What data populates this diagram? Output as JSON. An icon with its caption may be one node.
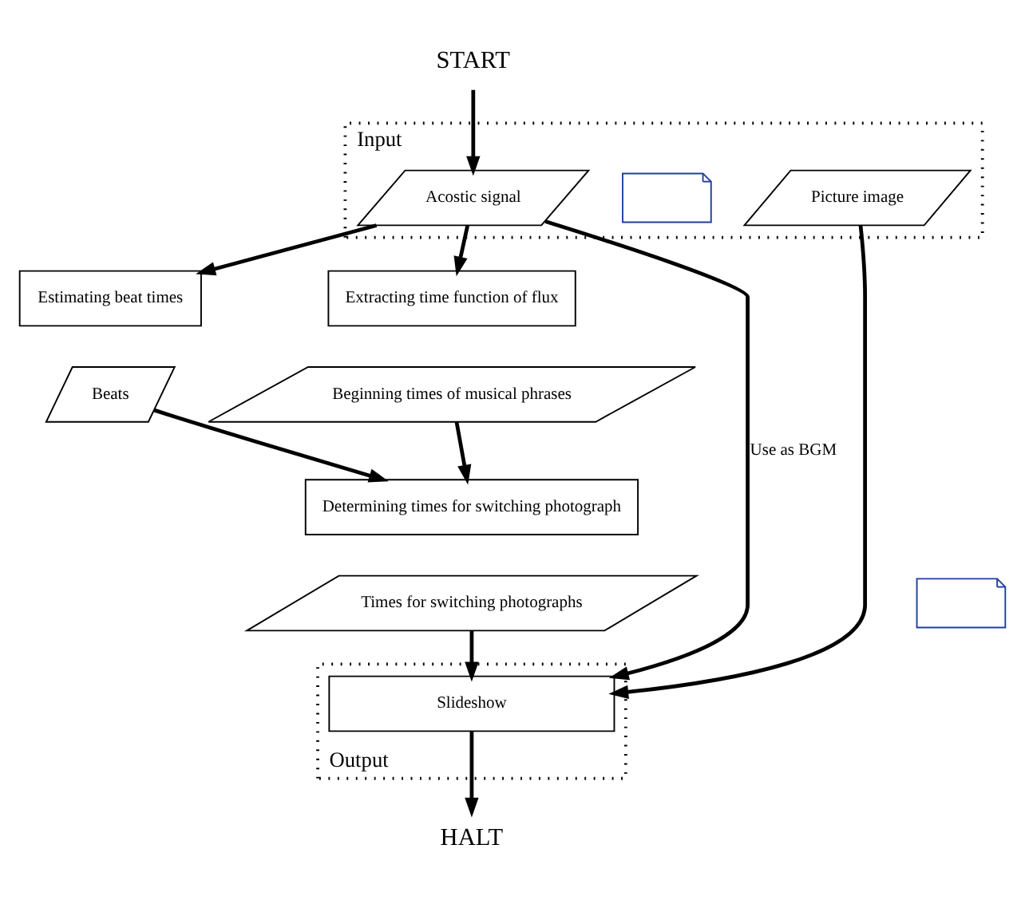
{
  "diagram": {
    "nodes": [
      {
        "text": [
          "START"
        ]
      },
      {
        "text": [
          "Input"
        ]
      },
      {
        "text": [
          "Acostic signal"
        ],
        "in": 1
      },
      {
        "text": [],
        "shape": "picture",
        "in": 1
      },
      {
        "text": [
          "Picture image"
        ],
        "in": 1
      },
      {
        "text": [
          "Estimating beat times"
        ]
      },
      {
        "text": [
          "Extracting time function of flux"
        ]
      },
      {
        "text": [
          "Beats"
        ]
      },
      {
        "text": [
          "Beginning times of musical phrases"
        ]
      },
      {
        "text": [
          "Determining times for switching photograph"
        ]
      },
      {
        "text": [
          "Times for switching photographs"
        ]
      },
      {
        "text": [
          "Output"
        ]
      },
      {
        "text": [
          "Slideshow"
        ],
        "in": 11
      },
      {
        "text": [],
        "shape": "picture"
      },
      {
        "text": [
          "HALT"
        ]
      }
    ],
    "edges": [
      {
        "from": 0,
        "to": 2,
        "arrow": "to"
      },
      {
        "from": 2,
        "to": 5,
        "arrow": "to"
      },
      {
        "from": 2,
        "to": 6,
        "arrow": "to"
      },
      {
        "from": 7,
        "to": 9,
        "arrow": "to"
      },
      {
        "from": 8,
        "to": 9,
        "arrow": "to"
      },
      {
        "from": 10,
        "to": 12,
        "arrow": "to"
      },
      {
        "from": 2,
        "to": 12,
        "arrow": "to",
        "label": "Use as BGM"
      },
      {
        "from": 4,
        "to": 12,
        "arrow": "to"
      },
      {
        "from": 12,
        "to": 14,
        "arrow": "to"
      }
    ]
  }
}
